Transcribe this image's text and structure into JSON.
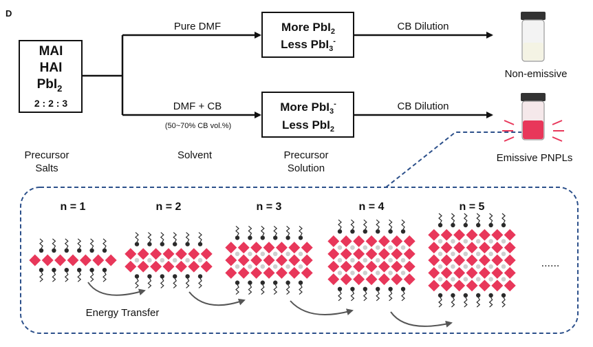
{
  "panel_label": "D",
  "precursor_box": {
    "line1": "MAI",
    "line2": "HAI",
    "line3_main": "PbI",
    "line3_sub": "2",
    "ratio": "2 : 2 : 3"
  },
  "branch_top": {
    "solvent_label": "Pure DMF",
    "box_line1_main": "More PbI",
    "box_line1_sub": "2",
    "box_line2_main": "Less PbI",
    "box_line2_sub": "3",
    "box_line2_sup": "-",
    "dilution_label": "CB Dilution",
    "vial_label": "Non-emissive",
    "vial_liquid_color": "#f4f3e4"
  },
  "branch_bottom": {
    "solvent_label": "DMF + CB",
    "solvent_note": "(50~70% CB vol.%)",
    "box_line1_main": "More PbI",
    "box_line1_sub": "3",
    "box_line1_sup": "-",
    "box_line2_main": "Less PbI",
    "box_line2_sub": "2",
    "dilution_label": "CB Dilution",
    "vial_label": "Emissive PNPLs",
    "vial_liquid_color": "#e8375a"
  },
  "stage_labels": {
    "precursor_salts_1": "Precursor",
    "precursor_salts_2": "Salts",
    "solvent": "Solvent",
    "precursor_solution_1": "Precursor",
    "precursor_solution_2": "Solution"
  },
  "layers": [
    {
      "label": "n = 1",
      "n": 1
    },
    {
      "label": "n = 2",
      "n": 2
    },
    {
      "label": "n = 3",
      "n": 3
    },
    {
      "label": "n = 4",
      "n": 4
    },
    {
      "label": "n = 5",
      "n": 5
    }
  ],
  "ellipsis": "......",
  "energy_transfer_label": "Energy Transfer",
  "colors": {
    "octahedron": "#e8375a",
    "cation": "#cfcfcf",
    "dashed_outline": "#2b4f8a",
    "arrow": "#555555"
  }
}
